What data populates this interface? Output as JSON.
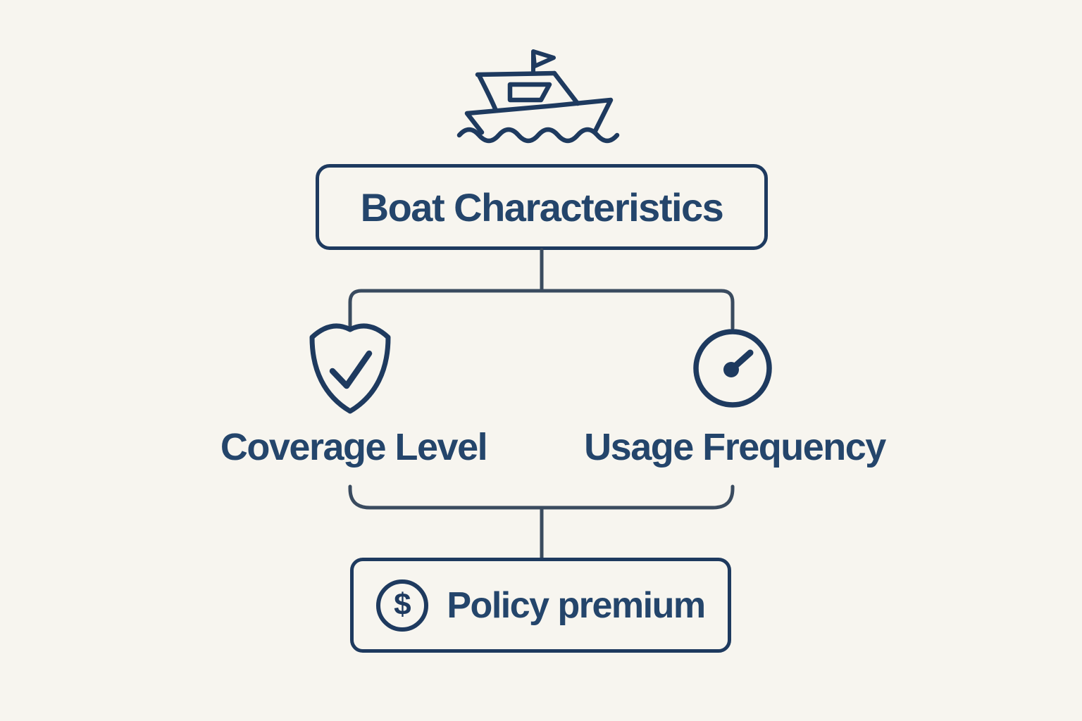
{
  "colors": {
    "background": "#f7f5ef",
    "ink": "#1e3a5f",
    "text": "#24456b",
    "connector": "#3a4b5f"
  },
  "diagram": {
    "source_icon": "boat-icon",
    "title_box": {
      "label": "Boat Characteristics"
    },
    "branches": [
      {
        "icon": "shield-check-icon",
        "label": "Coverage Level"
      },
      {
        "icon": "gauge-icon",
        "label": "Usage Frequency"
      }
    ],
    "result_box": {
      "icon": "dollar-icon",
      "dollar_symbol": "$",
      "label": "Policy premium"
    }
  }
}
